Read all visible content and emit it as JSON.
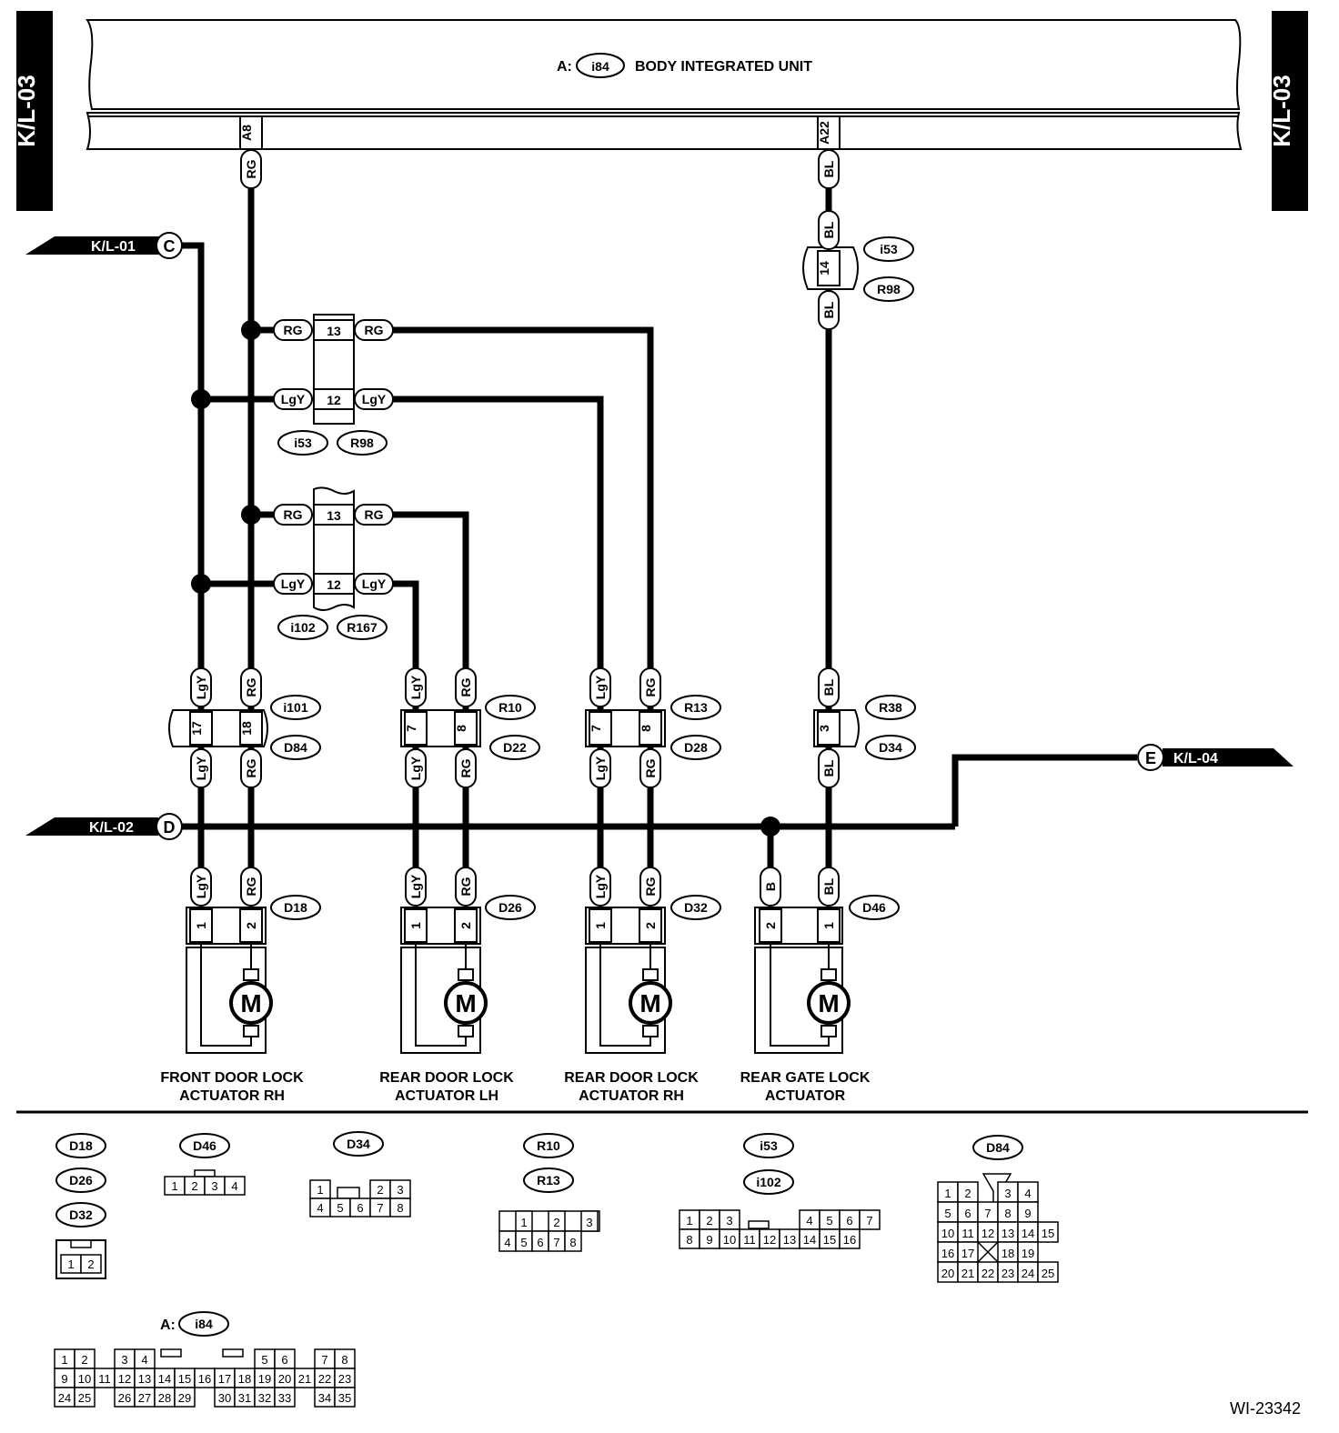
{
  "page": {
    "ref": "WI-23342"
  },
  "side_tabs": {
    "left": "K/L-03",
    "right": "K/L-03"
  },
  "unit": {
    "prefix": "A:",
    "connector": "i84",
    "name": "BODY INTEGRATED UNIT",
    "pins": {
      "a8": "A8",
      "a22": "A22"
    }
  },
  "refs": {
    "c": {
      "sheet": "K/L-01",
      "letter": "C"
    },
    "d": {
      "sheet": "K/L-02",
      "letter": "D"
    },
    "e": {
      "sheet": "K/L-04",
      "letter": "E"
    }
  },
  "wire_colors": {
    "rg": "RG",
    "lgy": "LgY",
    "bl": "BL",
    "b": "B"
  },
  "pins": {
    "p1": "1",
    "p2": "2",
    "p3": "3",
    "p7": "7",
    "p8": "8",
    "p12": "12",
    "p13": "13",
    "p14": "14",
    "p17": "17",
    "p18": "18"
  },
  "connectors": {
    "i53": "i53",
    "R98": "R98",
    "i102": "i102",
    "R167": "R167",
    "i101": "i101",
    "D84": "D84",
    "R10": "R10",
    "D22": "D22",
    "R13": "R13",
    "D28": "D28",
    "R38": "R38",
    "D34": "D34",
    "D18": "D18",
    "D26": "D26",
    "D32": "D32",
    "D46": "D46"
  },
  "motor_symbol": "M",
  "actuators": [
    {
      "line1": "FRONT DOOR LOCK",
      "line2": "ACTUATOR RH"
    },
    {
      "line1": "REAR DOOR LOCK",
      "line2": "ACTUATOR LH"
    },
    {
      "line1": "REAR DOOR LOCK",
      "line2": "ACTUATOR RH"
    },
    {
      "line1": "REAR GATE LOCK",
      "line2": "ACTUATOR"
    }
  ],
  "legend": {
    "d18_group": [
      "D18",
      "D26",
      "D32"
    ],
    "d18_pins": [
      [
        "1",
        "2"
      ]
    ],
    "d46": "D46",
    "d46_pins": [
      [
        "1",
        "2",
        "3",
        "4"
      ]
    ],
    "d34": "D34",
    "d34_pins": [
      [
        "1",
        "",
        "",
        "2",
        "3"
      ],
      [
        "4",
        "5",
        "6",
        "7",
        "8"
      ]
    ],
    "r10_group": [
      "R10",
      "R13"
    ],
    "r10_pins": [
      [
        "",
        "1",
        "",
        "2",
        "",
        "3"
      ],
      [
        "4",
        "5",
        "6",
        "7",
        "8"
      ]
    ],
    "i53_group": [
      "i53",
      "i102"
    ],
    "i53_pins": [
      [
        "1",
        "2",
        "3",
        "",
        "",
        "",
        "4",
        "5",
        "6",
        "7"
      ],
      [
        "8",
        "9",
        "10",
        "11",
        "12",
        "13",
        "14",
        "15",
        "16"
      ]
    ],
    "d84": "D84",
    "d84_pins": [
      [
        "1",
        "2",
        "",
        "3",
        "4"
      ],
      [
        "5",
        "6",
        "7",
        "8",
        "9"
      ],
      [
        "10",
        "11",
        "12",
        "13",
        "14",
        "15"
      ],
      [
        "16",
        "17",
        "",
        "18",
        "19"
      ],
      [
        "20",
        "21",
        "22",
        "23",
        "24",
        "25"
      ]
    ],
    "i84_prefix": "A:",
    "i84": "i84",
    "i84_pins": [
      [
        "1",
        "2",
        "",
        "3",
        "4",
        "",
        "",
        "",
        "",
        "",
        "5",
        "6",
        "",
        "7",
        "8"
      ],
      [
        "9",
        "10",
        "11",
        "12",
        "13",
        "14",
        "15",
        "16",
        "17",
        "18",
        "19",
        "20",
        "21",
        "22",
        "23"
      ],
      [
        "24",
        "25",
        "",
        "26",
        "27",
        "28",
        "29",
        "",
        "30",
        "31",
        "32",
        "33",
        "",
        "34",
        "35"
      ]
    ]
  }
}
